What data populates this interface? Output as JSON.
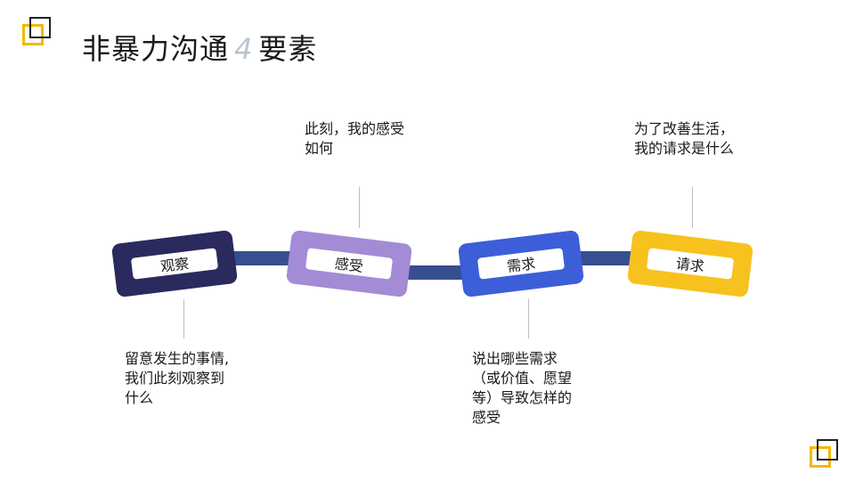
{
  "title": {
    "main": "非暴力沟通",
    "number": "4",
    "suffix": "要素"
  },
  "colors": {
    "corner_outline": "#222222",
    "corner_accent": "#f5b800",
    "connector": "#354f8f",
    "link_observe": "#2a2a5e",
    "link_feel": "#a38bd6",
    "link_need": "#3d5ed9",
    "link_request": "#f7c21d"
  },
  "links": {
    "observe": "观察",
    "feel": "感受",
    "need": "需求",
    "request": "请求"
  },
  "notes": {
    "observe": [
      "留意发生的事情,",
      "我们此刻观察到",
      "什么"
    ],
    "feel": [
      "此刻，我的感受",
      "如何"
    ],
    "need": [
      "说出哪些需求",
      "（或价值、愿望",
      "等）导致怎样的",
      "感受"
    ],
    "request": [
      "为了改善生活，",
      "我的请求是什么"
    ]
  }
}
